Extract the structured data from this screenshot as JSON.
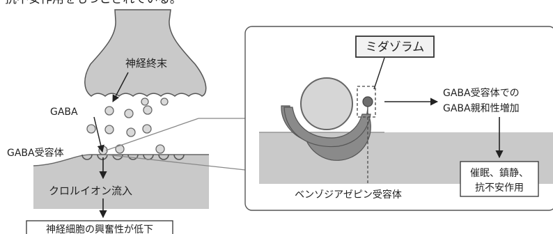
{
  "top_caption": "、抗不安作用をもつとされている。",
  "labels": {
    "nerve_terminal": "神経終末",
    "gaba": "GABA",
    "gaba_receptor": "GABA受容体",
    "chloride_influx": "クロルイオン流入",
    "excitability_decrease": "神経細胞の興奮性が低下",
    "midazolam": "ミダゾラム",
    "affinity_line1": "GABA受容体での",
    "affinity_line2": "GABA親和性増加",
    "effects_line1": "催眠、鎮静、",
    "effects_line2": "抗不安作用",
    "bz_receptor": "ベンゾジアゼピン受容体"
  },
  "colors": {
    "gray_fill": "#c9c9c9",
    "dark_gray": "#6e6e6e",
    "outline": "#444444",
    "text": "#222222"
  }
}
